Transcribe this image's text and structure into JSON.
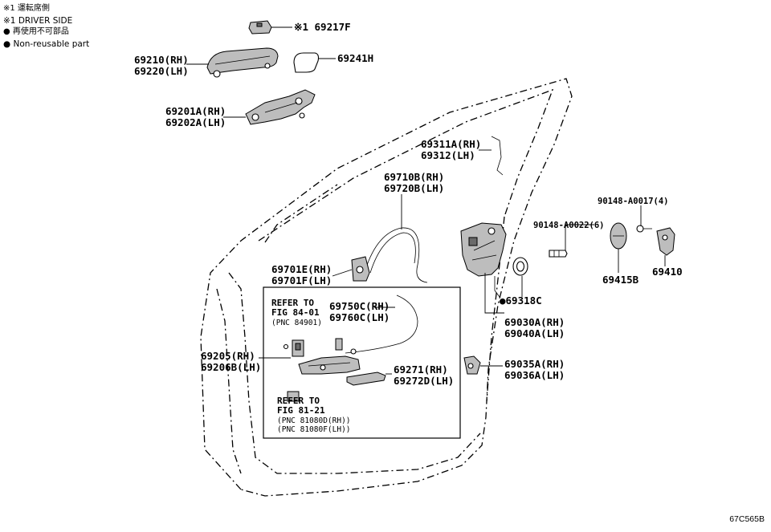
{
  "legend": {
    "driver_jp": "※1 運転席側",
    "driver_en": "※1 DRIVER SIDE",
    "nonreuse_jp": "● 再使用不可部品",
    "nonreuse_en": "● Non-reusable part"
  },
  "labels": {
    "p69217F": "※1 69217F",
    "p69210": "69210(RH)",
    "p69220": "69220(LH)",
    "p69241H": "69241H",
    "p69201A": "69201A(RH)",
    "p69202A": "69202A(LH)",
    "p69311A": "69311A(RH)",
    "p69312": "69312(LH)",
    "p69710B": "69710B(RH)",
    "p69720B": "69720B(LH)",
    "p90148_17": "90148-A0017(4)",
    "p90148_22": "90148-A0022(6)",
    "p69415B": "69415B",
    "p69410": "69410",
    "p69701E": "69701E(RH)",
    "p69701F": "69701F(LH)",
    "p69318C": "●69318C",
    "p69030A": "69030A(RH)",
    "p69040A": "69040A(LH)",
    "p69750C": "69750C(RH)",
    "p69760C": "69760C(LH)",
    "p69205": "69205(RH)",
    "p69206B": "69206B(LH)",
    "p69271": "69271(RH)",
    "p69272D": "69272D(LH)",
    "p69035A": "69035A(RH)",
    "p69036A": "69036A(LH)"
  },
  "refs": {
    "r1a": "REFER TO",
    "r1b": "FIG 84-01",
    "r1c": "(PNC 84901)",
    "r2a": "REFER TO",
    "r2b": "FIG 81-21",
    "r2c": "(PNC 81080D(RH))",
    "r2d": "(PNC 81080F(LH))"
  },
  "diagram_code": "67C565B",
  "icons": {
    "door": "door-outline",
    "handle": "door-handle-icon",
    "lock": "door-lock-icon",
    "cable": "cable-icon",
    "striker": "striker-icon",
    "bolt": "bolt-icon"
  }
}
